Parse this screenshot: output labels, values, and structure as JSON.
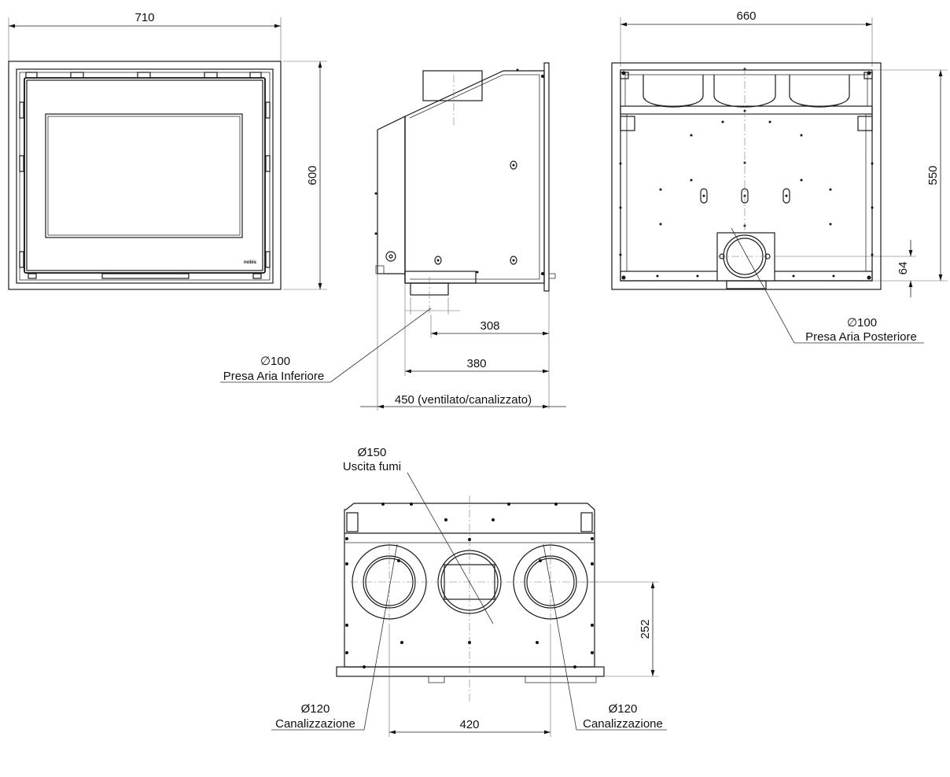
{
  "views": {
    "front": {
      "width_dim": "710",
      "height_dim": "600",
      "brand_mark": "nobis"
    },
    "side": {
      "dim_308": "308",
      "dim_380": "380",
      "dim_450": "450 (ventilato/canalizzato)",
      "inlet_diameter": "∅100",
      "inlet_label": "Presa Aria Inferiore"
    },
    "rear": {
      "width_dim": "660",
      "height_dim": "550",
      "offset_dim": "64",
      "inlet_diameter": "∅100",
      "inlet_label": "Presa Aria Posteriore"
    },
    "top": {
      "flue_diameter": "Ø150",
      "flue_label": "Uscita fumi",
      "left_duct_diameter": "Ø120",
      "left_duct_label": "Canalizzazione",
      "right_duct_diameter": "Ø120",
      "right_duct_label": "Canalizzazione",
      "spacing_dim": "420",
      "depth_dim": "252"
    }
  }
}
